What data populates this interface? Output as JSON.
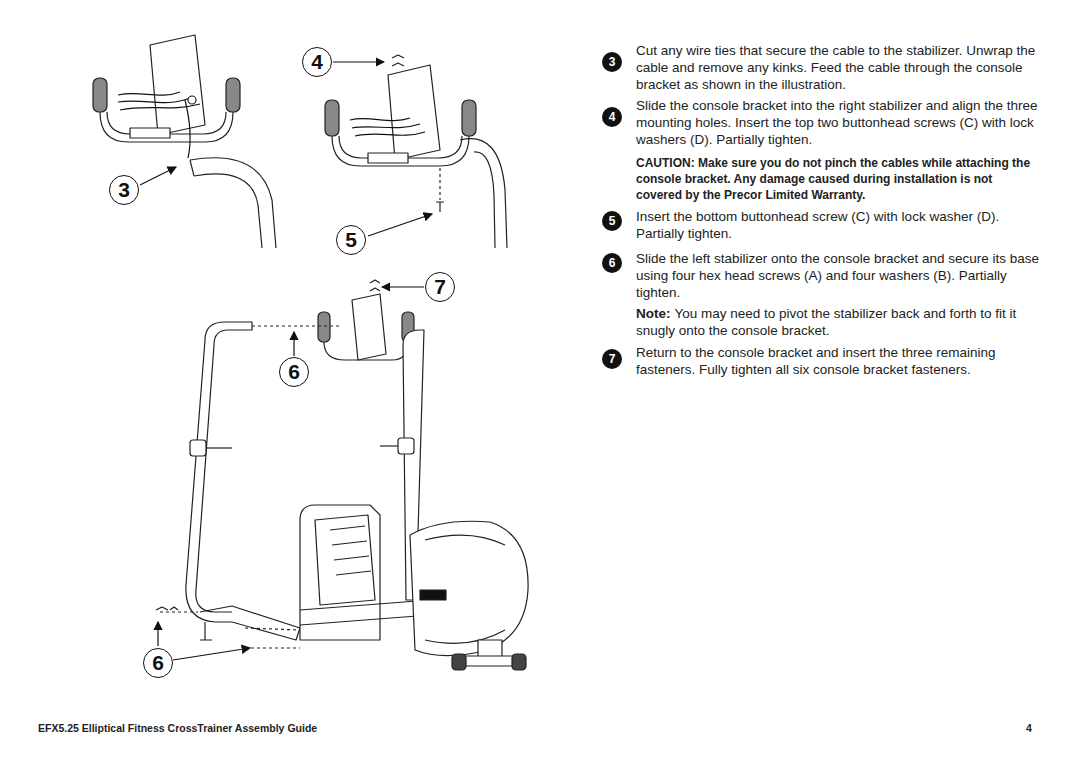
{
  "diagram": {
    "nodes": [
      {
        "text": [
          "4"
        ]
      },
      {
        "text": [
          "3"
        ]
      },
      {
        "text": [
          "5"
        ]
      },
      {
        "text": [
          "7"
        ]
      },
      {
        "text": [
          "6"
        ]
      },
      {
        "text": [
          "6"
        ]
      },
      {
        "text": [
          "3"
        ]
      },
      {
        "text": [
          "4"
        ]
      },
      {
        "text": [
          "5"
        ]
      },
      {
        "text": [
          "6"
        ]
      },
      {
        "text": [
          "7"
        ]
      }
    ],
    "labels": [
      "Cut any wire ties that secure the cable to the stabilizer. Unwrap the cable and remove any kinks. Feed the cable through the console bracket as shown in the illustration.",
      "Slide the console bracket into the right stabilizer and align the three mounting holes. Insert the top two buttonhead screws (C) with lock washers (D). Partially tighten.",
      "CAUTION: Make sure you do not pinch the cables while attaching the console bracket. Any damage caused during installation is not covered by the Precor Limited Warranty.",
      "Insert the bottom buttonhead screw (C) with lock washer (D). Partially tighten.",
      "Slide the left stabilizer onto the console bracket and secure its base using four hex head screws (A) and four washers (B). Partially tighten.",
      "Note:",
      "You may need to pivot the stabilizer back and forth to fit it snugly onto the console bracket.",
      "Return to the console bracket and insert the three remaining fasteners. Fully tighten all six console bracket fasteners.",
      "EFX5.25 Elliptical Fitness CrossTrainer Assembly Guide",
      "4"
    ]
  }
}
